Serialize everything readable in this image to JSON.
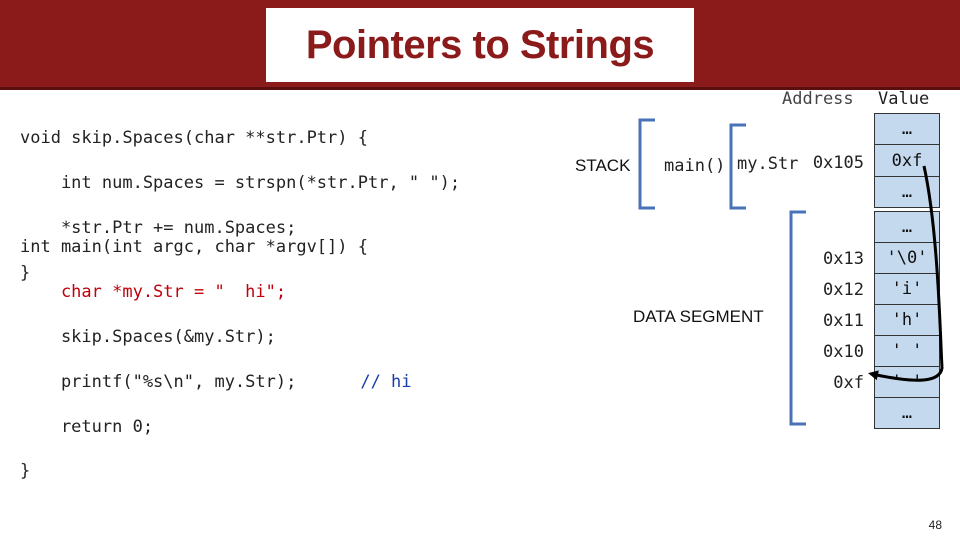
{
  "slide": {
    "title": "Pointers to Strings",
    "page_number": "48"
  },
  "code": {
    "block1": [
      "void skip.Spaces(char **str.Ptr) {",
      "    int num.Spaces = strspn(*str.Ptr, \" \");",
      "    *str.Ptr += num.Spaces;",
      "}"
    ],
    "block2_line1": "int main(int argc, char *argv[]) {",
    "block2_line2": "    char *my.Str = \"  hi\";",
    "block2_line3": "    skip.Spaces(&my.Str);",
    "block2_line4_code": "    printf(\"%s\\n\", my.Str);",
    "block2_line4_comment": "// hi",
    "block2_line5": "    return 0;",
    "block2_line6": "}"
  },
  "memory": {
    "header_address": "Address",
    "header_value": "Value",
    "stack_label": "STACK",
    "frame_label": "main()",
    "var_label": "my.Str",
    "data_segment_label": "DATA SEGMENT",
    "stack_cells": [
      {
        "addr": "",
        "value": "…"
      },
      {
        "addr": "0x105",
        "value": "0xf"
      },
      {
        "addr": "",
        "value": "…"
      }
    ],
    "data_cells": [
      {
        "addr": "",
        "value": "…"
      },
      {
        "addr": "0x13",
        "value": "'\\0'"
      },
      {
        "addr": "0x12",
        "value": "'i'"
      },
      {
        "addr": "0x11",
        "value": "'h'"
      },
      {
        "addr": "0x10",
        "value": "' '"
      },
      {
        "addr": "0xf",
        "value": "' '"
      },
      {
        "addr": "",
        "value": "…"
      }
    ]
  },
  "colors": {
    "title_bar": "#8b1a1a",
    "cell_fill": "#c5d9ee",
    "bracket_blue": "#4a72b8"
  }
}
